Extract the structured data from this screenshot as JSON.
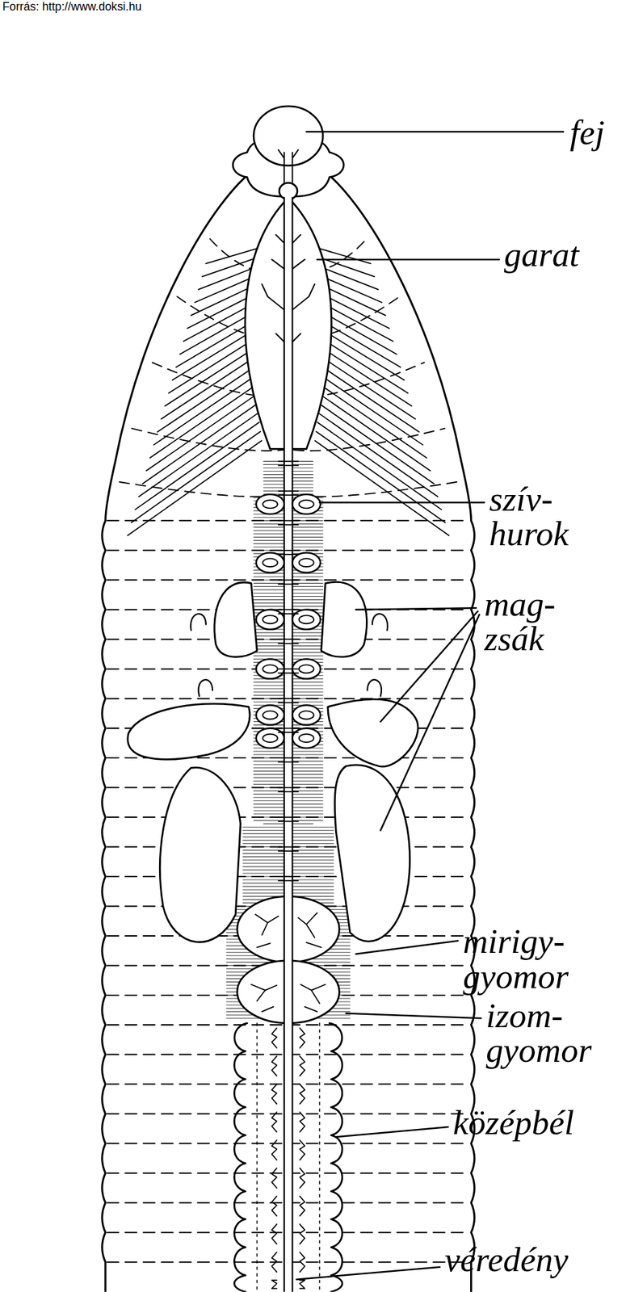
{
  "diagram": {
    "labels": [
      "Forrás: http://www.doksi.hu",
      "fej",
      "garat",
      "szív- hurok",
      "mag- zsák",
      "mirigy- gyomor",
      "izom- gyomor",
      "középbél",
      "véredény"
    ]
  }
}
